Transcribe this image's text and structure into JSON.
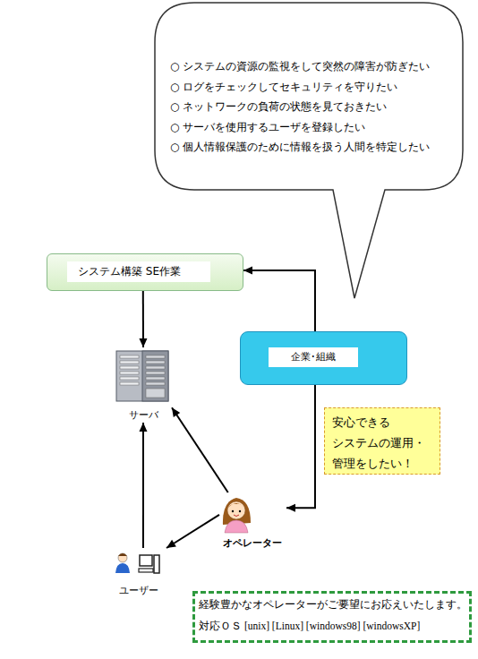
{
  "diagram": {
    "nodes": [
      {
        "text": [
          "○ システムの資源の監視をして突然の障害が防ぎたい",
          "○ ログをチェックしてセキュリティを守りたい",
          "○ ネットワークの負荷の状態を見ておきたい",
          "○ サーバを使用するユーザを登録したい",
          "○ 個人情報保護のために情報を扱う人間を特定したい"
        ]
      },
      {
        "text": [
          "システム構築 SE作業"
        ]
      },
      {
        "text": [
          "企業･組織"
        ]
      },
      {
        "text": [
          "サーバ"
        ]
      },
      {
        "text": [
          "安心できる システムの運用・ 管理をしたい！"
        ]
      },
      {
        "text": [
          "オペレーター"
        ]
      },
      {
        "text": [
          "ユーザー"
        ]
      },
      {
        "text": [
          "経験豊かなオペレーターがご要望にお応えいたします。",
          "対応ＯＳ [unix] [Linux] [windows98] [windowsXP]"
        ]
      }
    ],
    "edges": [
      {
        "from": 2,
        "to": 1,
        "arrow": "to"
      },
      {
        "from": 1,
        "to": 3,
        "arrow": "to"
      },
      {
        "from": 2,
        "to": 5,
        "arrow": "to"
      },
      {
        "from": 5,
        "to": 3,
        "arrow": "to"
      },
      {
        "from": 5,
        "to": 6,
        "arrow": "to"
      },
      {
        "from": 6,
        "to": 3,
        "arrow": "to"
      }
    ]
  }
}
